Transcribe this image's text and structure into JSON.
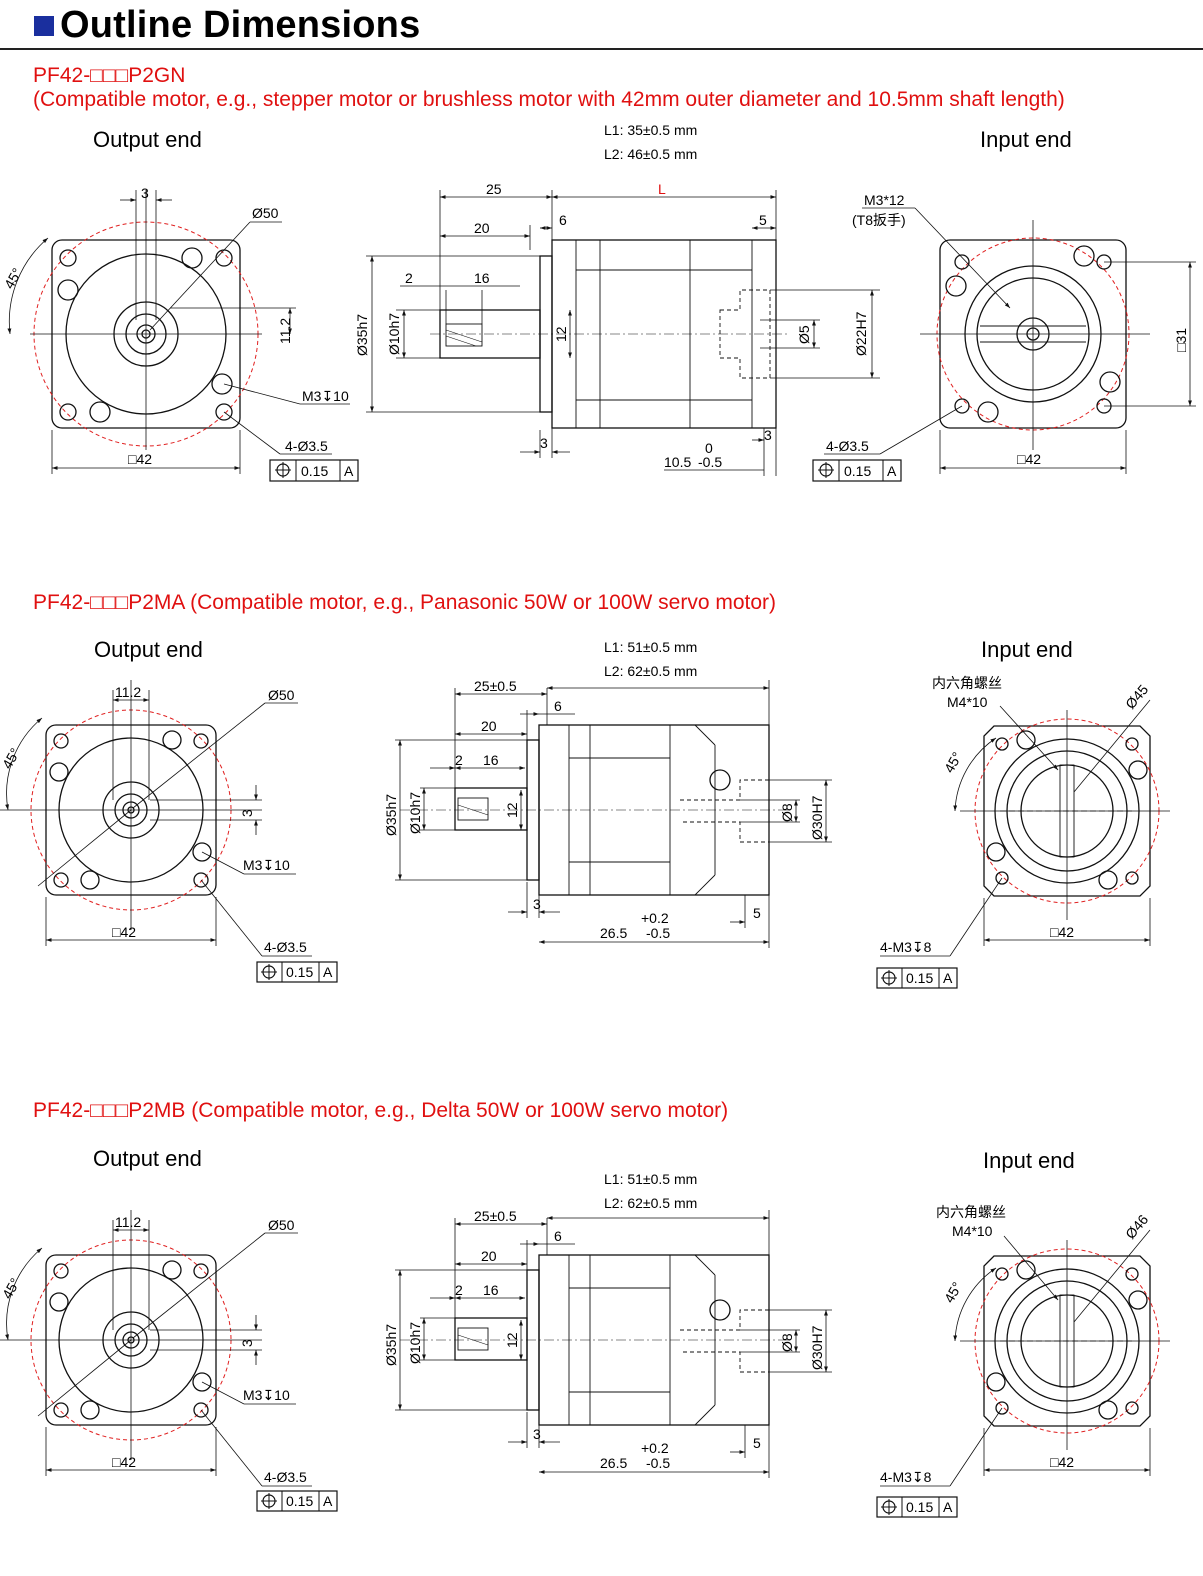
{
  "header": {
    "title": "Outline Dimensions",
    "accent": "#1a2f9e"
  },
  "colors": {
    "title_red": "#e01010",
    "dashed": "#e02020",
    "line": "#111111"
  },
  "sections": [
    {
      "title_line1": "PF42-□□□P2GN",
      "title_line2": "(Compatible motor, e.g., stepper motor or brushless motor with 42mm outer diameter and 10.5mm shaft length)",
      "output_label": "Output end",
      "input_label": "Input end",
      "l1": "L1:  35±0.5 mm",
      "l2": "L2:  46±0.5 mm",
      "front": {
        "dim_top": "3",
        "circle": "Ø50",
        "offset": "11.2",
        "angle": "45°",
        "tap": "M3↧10",
        "holes": "4-Ø3.5",
        "square": "□42"
      },
      "tol": {
        "value": "0.15",
        "datum": "A"
      },
      "side": {
        "d25": "25",
        "dL": "L",
        "d20": "20",
        "d6": "6",
        "d5": "5",
        "d2": "2",
        "d16": "16",
        "d35": "Ø35h7",
        "d10": "Ø10h7",
        "d12": "12",
        "d5b": "Ø5",
        "d22": "Ø22H7",
        "d3a": "3",
        "d3b": "3",
        "len_base": "10.5",
        "len_up": "0",
        "len_low": "-0.5"
      },
      "rear": {
        "screw": "M3*12",
        "wrench": "(T8扳手)",
        "sq31": "□31",
        "holes": "4-Ø3.5",
        "square": "□42"
      }
    },
    {
      "title": "PF42-□□□P2MA   (Compatible motor, e.g., Panasonic 50W or 100W servo motor)",
      "output_label": "Output end",
      "input_label": "Input end",
      "l1": "L1: 51±0.5 mm",
      "l2": "L2: 62±0.5 mm",
      "front": {
        "dim_top": "11.2",
        "circle": "Ø50",
        "offset": "3",
        "angle": "45°",
        "tap": "M3↧10",
        "holes": "4-Ø3.5",
        "square": "□42"
      },
      "tol": {
        "value": "0.15",
        "datum": "A"
      },
      "side": {
        "d25": "25±0.5",
        "d20": "20",
        "d6": "6",
        "d2": "2",
        "d16": "16",
        "d35": "Ø35h7",
        "d10": "Ø10h7",
        "d12": "12",
        "d8": "Ø8",
        "d30": "Ø30H7",
        "d3": "3",
        "d5": "5",
        "len_base": "26.5",
        "len_up": "+0.2",
        "len_low": "-0.5"
      },
      "rear": {
        "hex": "内六角螺丝",
        "screw": "M4*10",
        "circle": "Ø45",
        "angle": "45°",
        "tap": "4-M3↧8",
        "square": "□42"
      },
      "tol2": {
        "value": "0.15",
        "datum": "A"
      }
    },
    {
      "title": "PF42-□□□P2MB (Compatible motor, e.g., Delta 50W or 100W servo motor)",
      "output_label": "Output end",
      "input_label": "Input end",
      "l1": "L1: 51±0.5 mm",
      "l2": "L2: 62±0.5 mm",
      "front": {
        "dim_top": "11.2",
        "circle": "Ø50",
        "offset": "3",
        "angle": "45°",
        "tap": "M3↧10",
        "holes": "4-Ø3.5",
        "square": "□42"
      },
      "tol": {
        "value": "0.15",
        "datum": "A"
      },
      "side": {
        "d25": "25±0.5",
        "d20": "20",
        "d6": "6",
        "d2": "2",
        "d16": "16",
        "d35": "Ø35h7",
        "d10": "Ø10h7",
        "d12": "12",
        "d8": "Ø8",
        "d30": "Ø30H7",
        "d3": "3",
        "d5": "5",
        "len_base": "26.5",
        "len_up": "+0.2",
        "len_low": "-0.5"
      },
      "rear": {
        "hex": "内六角螺丝",
        "screw": "M4*10",
        "circle": "Ø46",
        "angle": "45°",
        "tap": "4-M3↧8",
        "square": "□42"
      },
      "tol2": {
        "value": "0.15",
        "datum": "A"
      }
    }
  ]
}
